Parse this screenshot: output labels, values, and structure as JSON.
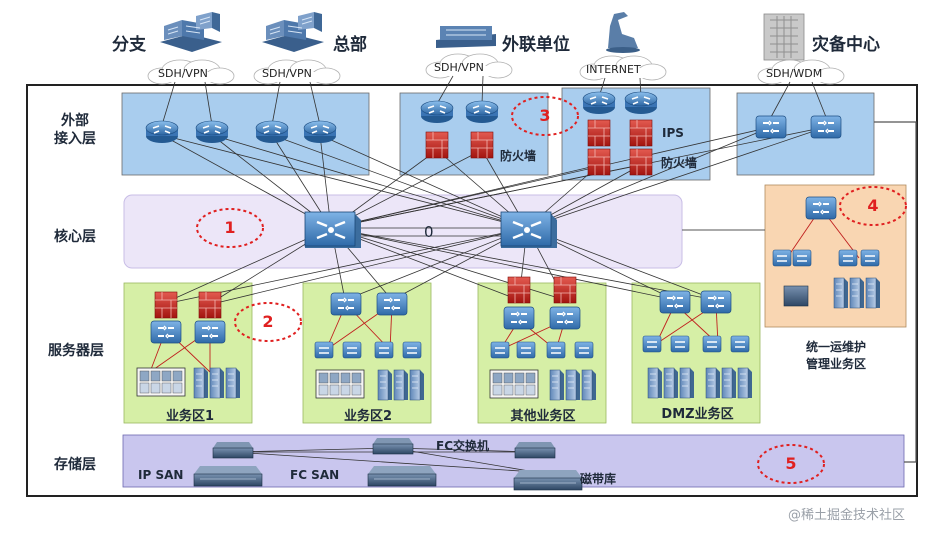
{
  "sites": {
    "branch": "分支",
    "hq": "总部",
    "partner": "外联单位",
    "dr": "灾备中心"
  },
  "clouds": {
    "sdh_vpn_1": "SDH/VPN",
    "sdh_vpn_2": "SDH/VPN",
    "sdh_vpn_3": "SDH/VPN",
    "internet": "INTERNET",
    "sdh_wdm": "SDH/WDM"
  },
  "layers": {
    "access": "外部\n接入层",
    "core": "核心层",
    "server": "服务器层",
    "storage": "存储层"
  },
  "zones": {
    "biz1": "业务区1",
    "biz2": "业务区2",
    "other": "其他业务区",
    "dmz": "DMZ业务区",
    "ops": "统一运维护\n管理业务区"
  },
  "tags": {
    "firewall_a": "防火墙",
    "ips": "IPS",
    "firewall_b": "防火墙",
    "core_link": "0",
    "fc_switch": "FC交换机",
    "ip_san": "IP SAN",
    "fc_san": "FC SAN",
    "tape": "磁带库"
  },
  "markers": [
    "1",
    "2",
    "3",
    "4",
    "5"
  ],
  "watermark": "@稀土掘金技术社区",
  "colors": {
    "access_fill": "#a9cdee",
    "core_fill": "#ece6f8",
    "server_fill": "#d6efa6",
    "ops_fill": "#f9d6b2",
    "storage_fill": "#c9c6ee",
    "marker": "#e02020",
    "link": "#333333",
    "redlink": "#c0201e"
  }
}
